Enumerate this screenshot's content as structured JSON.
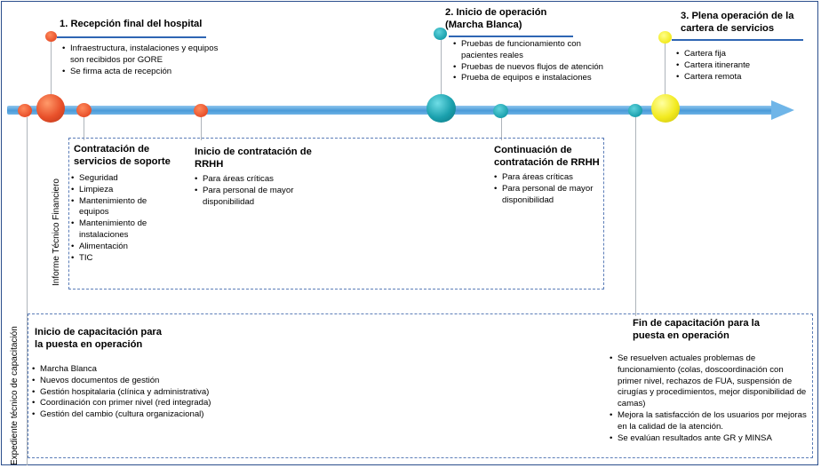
{
  "milestones": [
    {
      "title": "1. Recepción final del hospital",
      "items": [
        "Infraestructura, instalaciones y equipos son recibidos por GORE",
        "Se firma acta de recepción"
      ]
    },
    {
      "title_line1": "2. Inicio de operación",
      "title_line2": "(Marcha Blanca)",
      "items": [
        "Pruebas de funcionamiento con pacientes reales",
        "Pruebas de nuevos flujos de atención",
        "Prueba de equipos e instalaciones"
      ]
    },
    {
      "title_line1": "3. Plena operación de la",
      "title_line2": "cartera de servicios",
      "items": [
        "Cartera fija",
        "Cartera itinerante",
        "Cartera remota"
      ]
    }
  ],
  "financial": {
    "vertical_label": "Informe Técnico Financiero",
    "support": {
      "title_line1": "Contratación de",
      "title_line2": "servicios de soporte",
      "items": [
        "Seguridad",
        "Limpieza",
        "Mantenimiento de equipos",
        "Mantenimiento de instalaciones",
        "Alimentación",
        "TIC"
      ]
    },
    "hr_start": {
      "title_line1": "Inicio de contratación de",
      "title_line2": "RRHH",
      "items": [
        "Para áreas críticas",
        "Para personal de mayor disponibilidad"
      ]
    },
    "hr_continue": {
      "title_line1": "Continuación de",
      "title_line2": "contratación de RRHH",
      "items": [
        "Para áreas críticas",
        "Para personal de mayor disponibilidad"
      ]
    }
  },
  "training": {
    "vertical_label": "Expediente técnico de capacitación",
    "start": {
      "title_line1": "Inicio de capacitación para",
      "title_line2": "la puesta en operación",
      "items": [
        "Marcha Blanca",
        "Nuevos documentos de gestión",
        "Gestión hospitalaria (clínica y administrativa)",
        "Coordinación con primer nivel (red integrada)",
        "Gestión del cambio (cultura organizacional)"
      ]
    },
    "end": {
      "title_line1": "Fin de capacitación para la",
      "title_line2": "puesta en operación",
      "items": [
        "Se resuelven actuales problemas de funcionamiento (colas, doscoordinación con primer nivel, rechazos de FUA, suspensión de cirugías y procedimientos, mejor disponibilidad de camas)",
        "Mejora la satisfacción de los usuarios por mejoras en la calidad de la atención.",
        "Se evalúan resultados ante GR y MINSA"
      ]
    }
  },
  "colors": {
    "orange": "#e8502a",
    "teal": "#1aa0ad",
    "yellow": "#f2ea1e",
    "line": "#2f66b3"
  }
}
